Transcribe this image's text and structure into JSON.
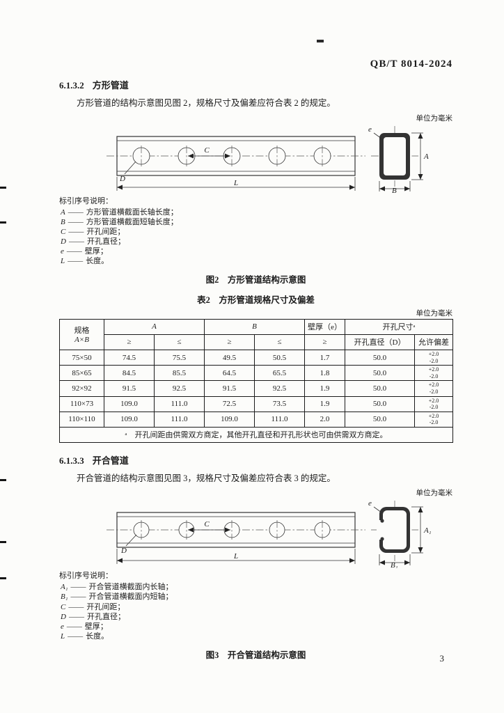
{
  "doc": {
    "number": "QB/T 8014-2024",
    "page_number": "3",
    "unit_note": "单位为毫米",
    "dash": "——"
  },
  "sec1": {
    "num": "6.1.3.2",
    "title": "方形管道",
    "para": "方形管道的结构示意图见图 2，规格尺寸及偏差应符合表 2 的规定。",
    "legend_title": "标引序号说明：",
    "legend": [
      {
        "sym": "A",
        "text": "方形管道横截面长轴长度；"
      },
      {
        "sym": "B",
        "text": "方形管道横截面短轴长度；"
      },
      {
        "sym": "C",
        "text": "开孔间距；"
      },
      {
        "sym": "D",
        "text": "开孔直径；"
      },
      {
        "sym": "e",
        "text": "壁厚；"
      },
      {
        "sym": "L",
        "text": "长度。"
      }
    ],
    "fig_caption": "图2　方形管道结构示意图",
    "fig_labels": {
      "D": "D",
      "C": "C",
      "L": "L",
      "e": "e",
      "A": "A",
      "B": "B"
    }
  },
  "table2": {
    "caption": "表2　方形管道规格尺寸及偏差",
    "unit_note": "单位为毫米",
    "h": {
      "spec": "规格",
      "spec_sub": "A×B",
      "a": "A",
      "b": "B",
      "e1": "壁厚（e）",
      "ge": "≥",
      "le": "≤",
      "holes": "开孔尺寸ᵃ",
      "d": "开孔直径（D）",
      "tol": "允许偏差"
    },
    "rows": [
      {
        "spec": "75×50",
        "a1": "74.5",
        "a2": "75.5",
        "b1": "49.5",
        "b2": "50.5",
        "e": "1.7",
        "d": "50.0",
        "tp": "+2.0",
        "tm": "-2.0"
      },
      {
        "spec": "85×65",
        "a1": "84.5",
        "a2": "85.5",
        "b1": "64.5",
        "b2": "65.5",
        "e": "1.8",
        "d": "50.0",
        "tp": "+2.0",
        "tm": "-2.0"
      },
      {
        "spec": "92×92",
        "a1": "91.5",
        "a2": "92.5",
        "b1": "91.5",
        "b2": "92.5",
        "e": "1.9",
        "d": "50.0",
        "tp": "+2.0",
        "tm": "-2.0"
      },
      {
        "spec": "110×73",
        "a1": "109.0",
        "a2": "111.0",
        "b1": "72.5",
        "b2": "73.5",
        "e": "1.9",
        "d": "50.0",
        "tp": "+2.0",
        "tm": "-2.0"
      },
      {
        "spec": "110×110",
        "a1": "109.0",
        "a2": "111.0",
        "b1": "109.0",
        "b2": "111.0",
        "e": "2.0",
        "d": "50.0",
        "tp": "+2.0",
        "tm": "-2.0"
      }
    ],
    "footnote": "ᵃ　开孔间距由供需双方商定，其他开孔直径和开孔形状也可由供需双方商定。"
  },
  "sec2": {
    "num": "6.1.3.3",
    "title": "开合管道",
    "para": "开合管道的结构示意图见图 3，规格尺寸及偏差应符合表 3 的规定。",
    "legend_title": "标引序号说明：",
    "legend": [
      {
        "sym": "A₁",
        "text": "开合管道横截面内长轴；"
      },
      {
        "sym": "B₁",
        "text": "开合管道横截面内短轴；"
      },
      {
        "sym": "C",
        "text": "开孔间距；"
      },
      {
        "sym": "D",
        "text": "开孔直径；"
      },
      {
        "sym": "e",
        "text": "壁厚；"
      },
      {
        "sym": "L",
        "text": "长度。"
      }
    ],
    "fig_caption": "图3　开合管道结构示意图",
    "fig_labels": {
      "D": "D",
      "C": "C",
      "L": "L",
      "e": "e",
      "A": "A₁",
      "B": "B₁"
    }
  }
}
